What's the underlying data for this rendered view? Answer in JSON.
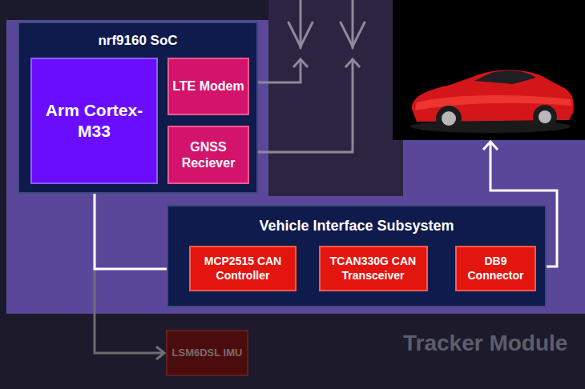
{
  "diagram": {
    "nodes": [
      {
        "text": [
          "nrf9160 SoC"
        ]
      },
      {
        "text": [
          "Arm Cortex-M33"
        ],
        "in": 0
      },
      {
        "text": [
          "LTE Modem"
        ],
        "in": 0
      },
      {
        "text": [
          "GNSS Reciever"
        ],
        "in": 0
      },
      {
        "text": [
          "Vehicle Interface Subsystem"
        ]
      },
      {
        "text": [
          "MCP2515 CAN Controller"
        ],
        "in": 4
      },
      {
        "text": [
          "TCAN330G CAN Transceiver"
        ],
        "in": 4
      },
      {
        "text": [
          "DB9 Connector"
        ],
        "in": 4
      },
      {
        "text": [
          "LSM6DSL IMU"
        ]
      }
    ],
    "edges": [
      {
        "from": 1,
        "to": 5,
        "arrow": "to"
      },
      {
        "from": 1,
        "to": 8,
        "arrow": "to"
      },
      {
        "from": 5,
        "to": 6,
        "arrow": "to"
      },
      {
        "from": 6,
        "to": 7,
        "arrow": "to"
      }
    ],
    "labels": [
      "Tracker Module"
    ]
  }
}
